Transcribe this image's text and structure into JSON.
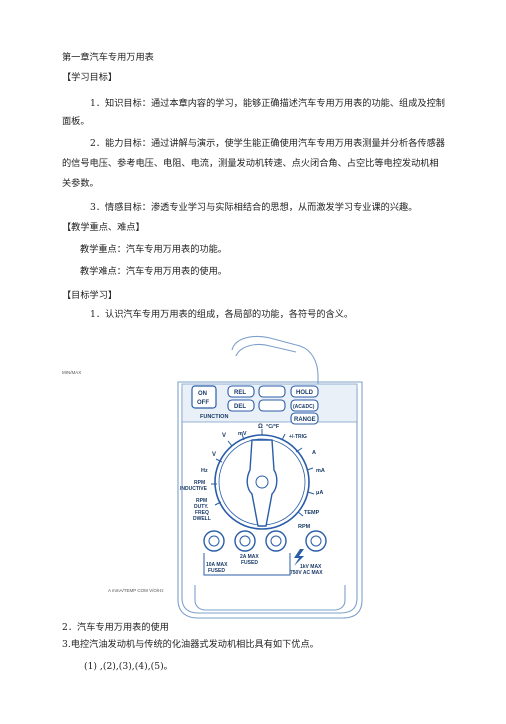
{
  "doc": {
    "chapter_title": "第一章汽车专用万用表",
    "sec_goals": "【学习目标】",
    "goal1_line1": "1．知识目标：通过本章内容的学习，能够正确描述汽车专用万用表的功能、组成及控制",
    "goal1_line2": "面板。",
    "goal2_line1": "2．能力目标：通过讲解与演示，使学生能正确使用汽车专用万用表测量并分析各传感器",
    "goal2_line2": "的信号电压、参考电压、电阻、电流，测量发动机转速、点火闭合角、占空比等电控发动机相",
    "goal2_line3": "关参数。",
    "goal3": "3．情感目标：渗透专业学习与实际相结合的思想，从而激发学习专业课的兴趣。",
    "sec_key": "【教学重点、难点】",
    "key_point": "教学重点：汽车专用万用表的功能。",
    "hard_point": "教学难点：汽车专用万用表的使用。",
    "sec_study": "【目标学习】",
    "study1": "1．认识汽车专用万用表的组成，各局部的功能，各符号的含义。",
    "study2": "2．汽车专用万用表的使用",
    "study3": "3.电控汽油发动机与传统的化油器式发动机相比具有如下优点。",
    "study4": "(1)                                 ,(2),(3),(4),(5)。"
  },
  "figure": {
    "label_minmax": "MIN/MAX",
    "label_bottom": "A mmA/TEMP COM V/O/Hz",
    "buttons": {
      "on": "ON",
      "off": "OFF",
      "rel": "REL",
      "del": "DEL",
      "hold": "HOLD",
      "acdc": "(AC&DC)",
      "range": "RANGE",
      "function": "FUNCTION",
      "temp_unit": "°C/°F"
    },
    "dial": {
      "mv": "mV",
      "ohm": "Ω",
      "trig": "+/-TRIG",
      "v": "V",
      "a": "A",
      "ma": "mA",
      "ua": "μA",
      "hz": "Hz",
      "rpm_inductive": "RPM\nINDUCTIVE",
      "rpm_duty": "RPM\nDUTY.\nFREQ\nDWELL",
      "temp": "TEMP",
      "rpm": "RPM"
    },
    "jacks": {
      "j1": "10A MAX\nFUSED",
      "j2": "2A MAX\nFUSED",
      "j3": "1kV MAX\n750V AC MAX"
    }
  }
}
